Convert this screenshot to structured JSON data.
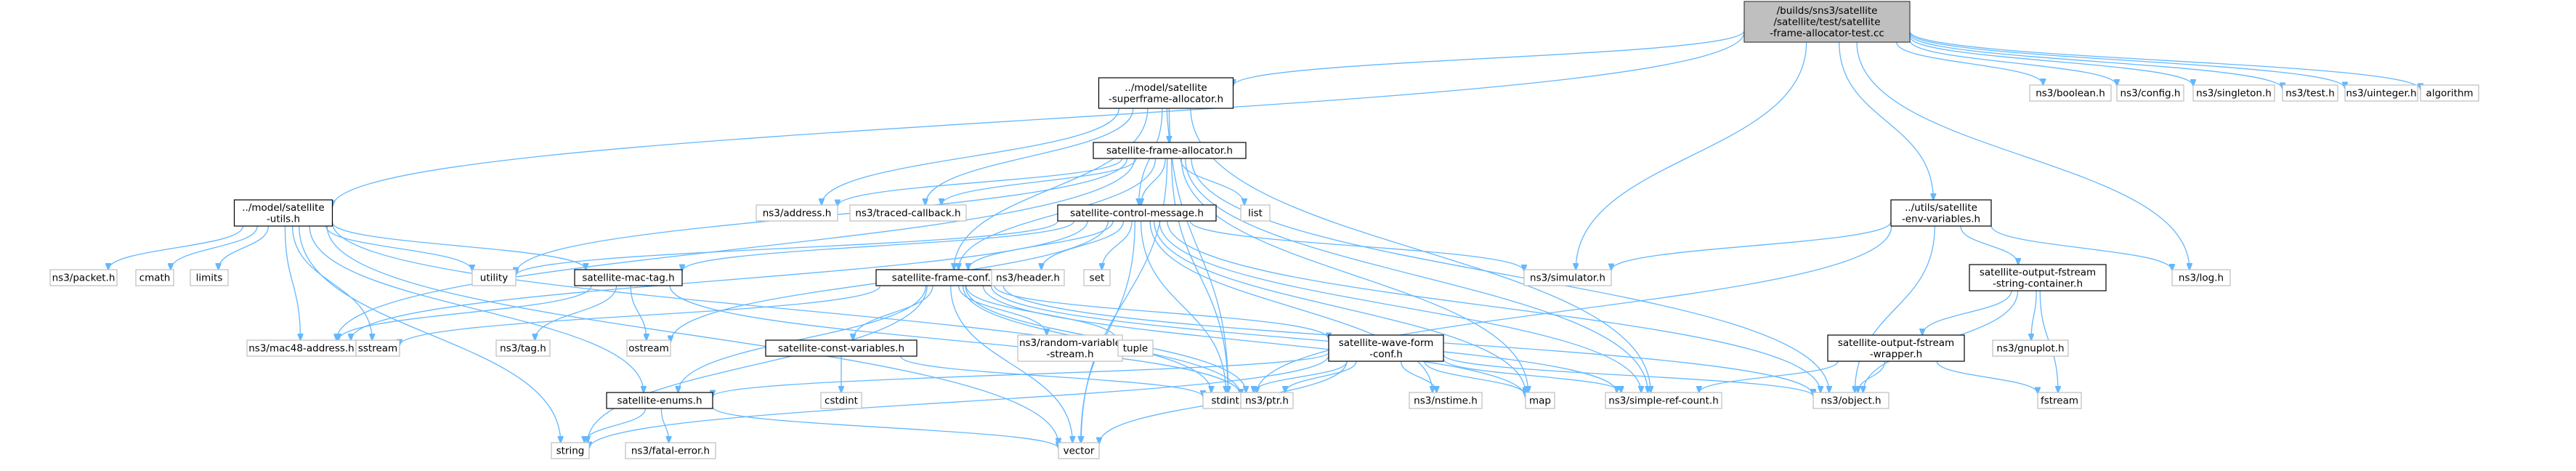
{
  "colors": {
    "background": "#ffffff",
    "edge": "#63b8ff",
    "root_fill": "#bfbfbf",
    "root_stroke": "#404040",
    "project_fill": "#ffffff",
    "project_stroke": "#000000",
    "external_fill": "#ffffff",
    "external_stroke": "#bfbfbf",
    "text": "#000000"
  },
  "nodes": [
    {
      "id": "root",
      "lines": [
        "/builds/sns3/satellite",
        "/satellite/test/satellite",
        "-frame-allocator-test.cc"
      ],
      "kind": "root"
    },
    {
      "id": "sfa",
      "lines": [
        "../model/satellite",
        "-superframe-allocator.h"
      ],
      "kind": "project"
    },
    {
      "id": "fa",
      "lines": [
        "satellite-frame-allocator.h"
      ],
      "kind": "project"
    },
    {
      "id": "cm",
      "lines": [
        "satellite-control-message.h"
      ],
      "kind": "project"
    },
    {
      "id": "utils",
      "lines": [
        "../model/satellite",
        "-utils.h"
      ],
      "kind": "project"
    },
    {
      "id": "mactag",
      "lines": [
        "satellite-mac-tag.h"
      ],
      "kind": "project"
    },
    {
      "id": "fc",
      "lines": [
        "satellite-frame-conf.h"
      ],
      "kind": "project"
    },
    {
      "id": "cv",
      "lines": [
        "satellite-const-variables.h"
      ],
      "kind": "project"
    },
    {
      "id": "wf",
      "lines": [
        "satellite-wave-form",
        "-conf.h"
      ],
      "kind": "project"
    },
    {
      "id": "enums",
      "lines": [
        "satellite-enums.h"
      ],
      "kind": "project"
    },
    {
      "id": "env",
      "lines": [
        "../utils/satellite",
        "-env-variables.h"
      ],
      "kind": "project"
    },
    {
      "id": "ofsc",
      "lines": [
        "satellite-output-fstream",
        "-string-container.h"
      ],
      "kind": "project"
    },
    {
      "id": "ofsw",
      "lines": [
        "satellite-output-fstream",
        "-wrapper.h"
      ],
      "kind": "project"
    },
    {
      "id": "bool",
      "lines": [
        "ns3/boolean.h"
      ],
      "kind": "external"
    },
    {
      "id": "config",
      "lines": [
        "ns3/config.h"
      ],
      "kind": "external"
    },
    {
      "id": "singleton",
      "lines": [
        "ns3/singleton.h"
      ],
      "kind": "external"
    },
    {
      "id": "test",
      "lines": [
        "ns3/test.h"
      ],
      "kind": "external"
    },
    {
      "id": "uint",
      "lines": [
        "ns3/uinteger.h"
      ],
      "kind": "external"
    },
    {
      "id": "algo",
      "lines": [
        "algorithm"
      ],
      "kind": "external"
    },
    {
      "id": "addr",
      "lines": [
        "ns3/address.h"
      ],
      "kind": "external"
    },
    {
      "id": "tcb",
      "lines": [
        "ns3/traced-callback.h"
      ],
      "kind": "external"
    },
    {
      "id": "list",
      "lines": [
        "list"
      ],
      "kind": "external"
    },
    {
      "id": "packet",
      "lines": [
        "ns3/packet.h"
      ],
      "kind": "external"
    },
    {
      "id": "cmath",
      "lines": [
        "cmath"
      ],
      "kind": "external"
    },
    {
      "id": "limits",
      "lines": [
        "limits"
      ],
      "kind": "external"
    },
    {
      "id": "utility",
      "lines": [
        "utility"
      ],
      "kind": "external"
    },
    {
      "id": "header",
      "lines": [
        "ns3/header.h"
      ],
      "kind": "external"
    },
    {
      "id": "set",
      "lines": [
        "set"
      ],
      "kind": "external"
    },
    {
      "id": "sim",
      "lines": [
        "ns3/simulator.h"
      ],
      "kind": "external"
    },
    {
      "id": "log",
      "lines": [
        "ns3/log.h"
      ],
      "kind": "external"
    },
    {
      "id": "mac48",
      "lines": [
        "ns3/mac48-address.h"
      ],
      "kind": "external"
    },
    {
      "id": "sstream",
      "lines": [
        "sstream"
      ],
      "kind": "external"
    },
    {
      "id": "tag",
      "lines": [
        "ns3/tag.h"
      ],
      "kind": "external"
    },
    {
      "id": "ostream",
      "lines": [
        "ostream"
      ],
      "kind": "external"
    },
    {
      "id": "rvs",
      "lines": [
        "ns3/random-variable",
        "-stream.h"
      ],
      "kind": "external"
    },
    {
      "id": "tuple",
      "lines": [
        "tuple"
      ],
      "kind": "external"
    },
    {
      "id": "cstdint",
      "lines": [
        "cstdint"
      ],
      "kind": "external"
    },
    {
      "id": "stdint",
      "lines": [
        "stdint.h"
      ],
      "kind": "external"
    },
    {
      "id": "ptr",
      "lines": [
        "ns3/ptr.h"
      ],
      "kind": "external"
    },
    {
      "id": "nstime",
      "lines": [
        "ns3/nstime.h"
      ],
      "kind": "external"
    },
    {
      "id": "map",
      "lines": [
        "map"
      ],
      "kind": "external"
    },
    {
      "id": "src",
      "lines": [
        "ns3/simple-ref-count.h"
      ],
      "kind": "external"
    },
    {
      "id": "object",
      "lines": [
        "ns3/object.h"
      ],
      "kind": "external"
    },
    {
      "id": "gnuplot",
      "lines": [
        "ns3/gnuplot.h"
      ],
      "kind": "external"
    },
    {
      "id": "fstream",
      "lines": [
        "fstream"
      ],
      "kind": "external"
    },
    {
      "id": "string",
      "lines": [
        "string"
      ],
      "kind": "external"
    },
    {
      "id": "fatal",
      "lines": [
        "ns3/fatal-error.h"
      ],
      "kind": "external"
    },
    {
      "id": "vector",
      "lines": [
        "vector"
      ],
      "kind": "external"
    }
  ],
  "edges": [
    [
      "root",
      "sfa"
    ],
    [
      "root",
      "utils"
    ],
    [
      "root",
      "env"
    ],
    [
      "root",
      "bool"
    ],
    [
      "root",
      "config"
    ],
    [
      "root",
      "singleton"
    ],
    [
      "root",
      "test"
    ],
    [
      "root",
      "uint"
    ],
    [
      "root",
      "algo"
    ],
    [
      "root",
      "sim"
    ],
    [
      "root",
      "log"
    ],
    [
      "sfa",
      "fa"
    ],
    [
      "sfa",
      "cm"
    ],
    [
      "sfa",
      "fc"
    ],
    [
      "sfa",
      "addr"
    ],
    [
      "sfa",
      "tcb"
    ],
    [
      "sfa",
      "stdint"
    ],
    [
      "sfa",
      "src"
    ],
    [
      "fa",
      "cm"
    ],
    [
      "fa",
      "fc"
    ],
    [
      "fa",
      "addr"
    ],
    [
      "fa",
      "tcb"
    ],
    [
      "fa",
      "list"
    ],
    [
      "fa",
      "utility"
    ],
    [
      "fa",
      "mac48"
    ],
    [
      "fa",
      "stdint"
    ],
    [
      "fa",
      "map"
    ],
    [
      "fa",
      "src"
    ],
    [
      "fa",
      "vector"
    ],
    [
      "fa",
      "object"
    ],
    [
      "cm",
      "utility"
    ],
    [
      "cm",
      "mactag"
    ],
    [
      "cm",
      "fc"
    ],
    [
      "cm",
      "header"
    ],
    [
      "cm",
      "set"
    ],
    [
      "cm",
      "sim"
    ],
    [
      "cm",
      "mac48"
    ],
    [
      "cm",
      "stdint"
    ],
    [
      "cm",
      "ostream"
    ],
    [
      "cm",
      "map"
    ],
    [
      "cm",
      "vector"
    ],
    [
      "cm",
      "object"
    ],
    [
      "cm",
      "nstime"
    ],
    [
      "cm",
      "src"
    ],
    [
      "utils",
      "packet"
    ],
    [
      "utils",
      "cmath"
    ],
    [
      "utils",
      "limits"
    ],
    [
      "utils",
      "utility"
    ],
    [
      "utils",
      "mactag"
    ],
    [
      "utils",
      "mac48"
    ],
    [
      "utils",
      "sstream"
    ],
    [
      "utils",
      "enums"
    ],
    [
      "utils",
      "string"
    ],
    [
      "utils",
      "vector"
    ],
    [
      "utils",
      "ptr"
    ],
    [
      "mactag",
      "mac48"
    ],
    [
      "mactag",
      "tag"
    ],
    [
      "mactag",
      "ostream"
    ],
    [
      "mactag",
      "ptr"
    ],
    [
      "fc",
      "sstream"
    ],
    [
      "fc",
      "cv"
    ],
    [
      "fc",
      "rvs"
    ],
    [
      "fc",
      "tuple"
    ],
    [
      "fc",
      "wf"
    ],
    [
      "fc",
      "enums"
    ],
    [
      "fc",
      "stdint"
    ],
    [
      "fc",
      "ptr"
    ],
    [
      "fc",
      "map"
    ],
    [
      "fc",
      "src"
    ],
    [
      "fc",
      "vector"
    ],
    [
      "fc",
      "string"
    ],
    [
      "fc",
      "object"
    ],
    [
      "cv",
      "cstdint"
    ],
    [
      "cv",
      "stdint"
    ],
    [
      "wf",
      "enums"
    ],
    [
      "wf",
      "stdint"
    ],
    [
      "wf",
      "ptr"
    ],
    [
      "wf",
      "nstime"
    ],
    [
      "wf",
      "map"
    ],
    [
      "wf",
      "src"
    ],
    [
      "wf",
      "object"
    ],
    [
      "wf",
      "vector"
    ],
    [
      "wf",
      "string"
    ],
    [
      "enums",
      "string"
    ],
    [
      "enums",
      "fatal"
    ],
    [
      "enums",
      "vector"
    ],
    [
      "env",
      "sim"
    ],
    [
      "env",
      "log"
    ],
    [
      "env",
      "ofsc"
    ],
    [
      "env",
      "stdint"
    ],
    [
      "env",
      "object"
    ],
    [
      "ofsc",
      "ofsw"
    ],
    [
      "ofsc",
      "gnuplot"
    ],
    [
      "ofsc",
      "fstream"
    ],
    [
      "ofsc",
      "object"
    ],
    [
      "ofsw",
      "fstream"
    ],
    [
      "ofsw",
      "object"
    ],
    [
      "ofsw",
      "src"
    ]
  ]
}
